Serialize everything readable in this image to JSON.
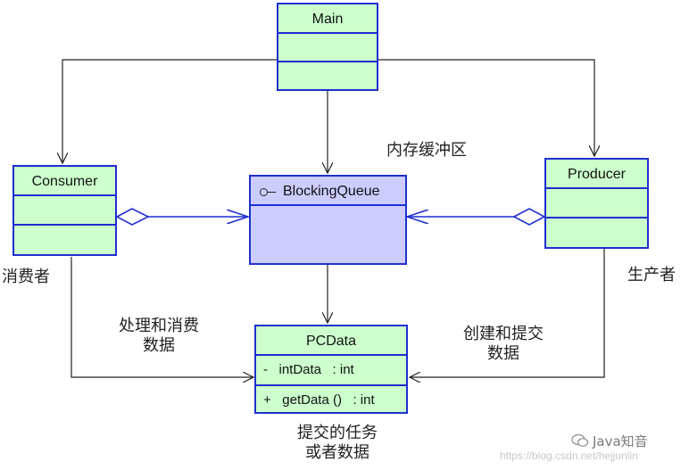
{
  "classes": {
    "main": {
      "name": "Main"
    },
    "consumer": {
      "name": "Consumer"
    },
    "producer": {
      "name": "Producer"
    },
    "blocking_queue": {
      "name": "BlockingQueue"
    },
    "pcdata": {
      "name": "PCData",
      "attribute": "-   intData   : int",
      "operation": "+   getData ()   : int"
    }
  },
  "notes": {
    "buffer": "内存缓冲区",
    "consumer_role": "消费者",
    "producer_role": "生产者",
    "process_line1": "处理和消费",
    "process_line2": "数据",
    "create_line1": "创建和提交",
    "create_line2": "数据",
    "task_line1": "提交的任务",
    "task_line2": "或者数据"
  },
  "watermark": {
    "brand": "Java知音",
    "url": "https://blog.csdn.net/hejjunlin"
  },
  "colors": {
    "border": "#1f2fd0",
    "class_fill": "#ccffcc",
    "interface_fill": "#ccccff",
    "line": "#222222"
  }
}
